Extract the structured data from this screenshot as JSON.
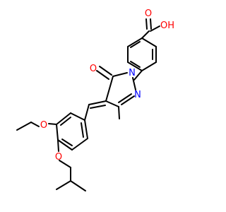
{
  "colors": {
    "background": "#ffffff",
    "bond": "#000000",
    "oxygen": "#ff0000",
    "nitrogen": "#0000ff"
  },
  "atoms": {
    "acid_o_double": "O",
    "acid_oh": "OH",
    "ring_o": "O",
    "ring_n1": "N",
    "ring_n2": "N",
    "ether_o1": "O",
    "ether_o2": "O"
  }
}
